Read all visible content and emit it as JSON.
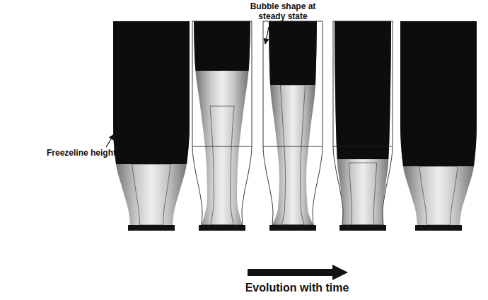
{
  "diagram": {
    "labels": [
      "Bubble shape at steady state",
      "Freezeline height",
      "Evolution with time"
    ]
  }
}
